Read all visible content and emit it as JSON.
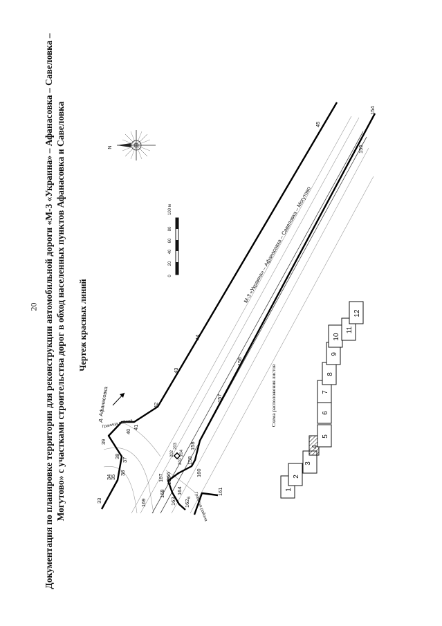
{
  "page_number": "20",
  "title_lines": [
    "Документация по планировке территории для реконструкции автомобильной дороги «М-3 «Украина» – Афанасовка – Савеловка –",
    "Могутово» с участками строительства дорог в обход населенных пунктов Афанасовка и Савеловка"
  ],
  "subtitle": "Чертеж красных линий",
  "scale": {
    "ticks": [
      "0",
      "20",
      "40",
      "60",
      "80",
      "100 м"
    ]
  },
  "compass": {
    "north": "N"
  },
  "road_labels": {
    "main_road": "М-3 «Украина» – Афанасовка – Савеловка – Могутово",
    "direction": "д. Афанасовка",
    "boundary_top": "Граница района",
    "boundary_bottom": "Граница района"
  },
  "points": {
    "p33": "33",
    "p34": "34",
    "p35": "35",
    "p36": "36",
    "p37": "37",
    "p38": "38",
    "p39": "39",
    "p40": "40",
    "p41": "41",
    "p42": "42",
    "p43": "43",
    "p44": "44",
    "p45": "45",
    "p154": "154",
    "p155": "155",
    "p156": "156",
    "p157": "157",
    "p158": "158",
    "p159": "159",
    "p160": "160",
    "p161": "161",
    "p162": "162",
    "p163": "163",
    "p164": "164",
    "p165": "165",
    "p166": "166",
    "p167": "167",
    "p168": "168",
    "p169": "169",
    "p201": "201",
    "p202": "202",
    "p203": "203",
    "p204": "204"
  },
  "sheet_scheme": {
    "title": "Схема расположения листов",
    "sheets": [
      "1",
      "2",
      "3",
      "4",
      "5",
      "6",
      "7",
      "8",
      "9",
      "10",
      "11",
      "12"
    ]
  }
}
